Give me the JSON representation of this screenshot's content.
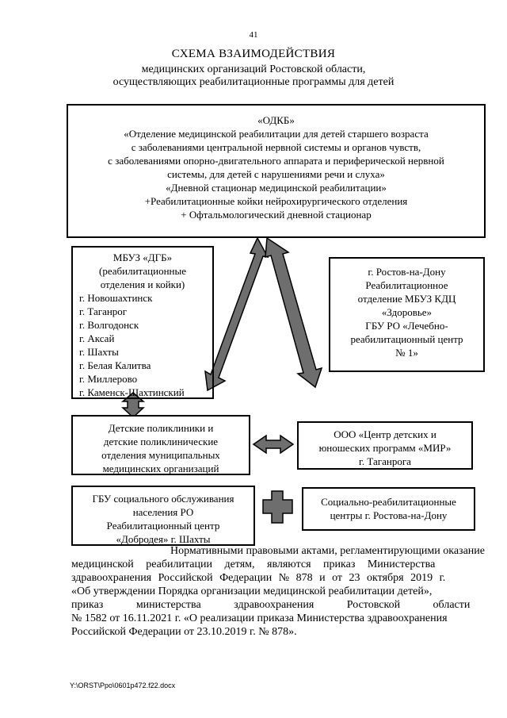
{
  "page_number": "41",
  "title": "СХЕМА ВЗАИМОДЕЙСТВИЯ",
  "subtitle_lines": [
    "медицинских организаций Ростовской области,",
    "осуществляющих реабилитационные программы для детей"
  ],
  "odkb_box": {
    "lines": [
      "«ОДКБ»",
      "«Отделение медицинской реабилитации  для детей старшего возраста",
      "с заболеваниями центральной нервной системы и органов чувств,",
      "с заболеваниями опорно-двигательного аппарата и периферической нервной",
      "системы, для детей с нарушениями речи и слуха»",
      "«Дневной стационар медицинской реабилитации»",
      "+Реабилитационные койки нейрохирургического отделения",
      "+ Офтальмологический дневной стационар"
    ]
  },
  "dgb_box": {
    "header_lines": [
      "МБУЗ «ДГБ»",
      "(реабилитационные",
      "отделения и койки)"
    ],
    "cities": [
      "г. Новошахтинск",
      "г. Таганрог",
      "г. Волгодонск",
      "г. Аксай",
      "г. Шахты",
      "г. Белая Калитва",
      "г. Миллерово",
      "г. Каменск-Шахтинский"
    ]
  },
  "rostov_box": {
    "lines": [
      "г. Ростов-на-Дону",
      "Реабилитационное",
      "отделение МБУЗ КДЦ",
      "«Здоровье»",
      "ГБУ РО «Лечебно-",
      "реабилитационный центр",
      "№ 1»"
    ]
  },
  "polyclinics_box": {
    "lines": [
      "Детские поликлиники и",
      "детские поликлинические",
      "отделения муниципальных",
      "медицинских организаций"
    ]
  },
  "mir_box": {
    "lines": [
      "ООО «Центр детских  и",
      "юношеских программ «МИР»",
      "г. Таганрога"
    ]
  },
  "gbu_box": {
    "lines": [
      "ГБУ социального обслуживания",
      "населения РО",
      "Реабилитационный центр",
      "«Добродея» г. Шахты"
    ]
  },
  "social_box": {
    "lines": [
      "Социально-реабилитационные",
      "центры г. Ростова-на-Дону"
    ]
  },
  "body_paragraph_lines": [
    "Нормативными правовыми актами, регламентирующими оказание",
    "медицинской реабилитации детям, являются приказ Министерства",
    "здравоохранения Российской Федерации № 878 и от 23 октября 2019 г.",
    "«Об утверждении Порядка организации медицинской реабилитации детей»,",
    "приказ министерства здравоохранения Ростовской области",
    "№ 1582 от 16.11.2021 г. «О реализации приказа Министерства здравоохранения",
    "Российской Федерации от 23.10.2019 г. № 878»."
  ],
  "footer_path": "Y:\\ORST\\Ppo\\0601p472.f22.docx"
}
